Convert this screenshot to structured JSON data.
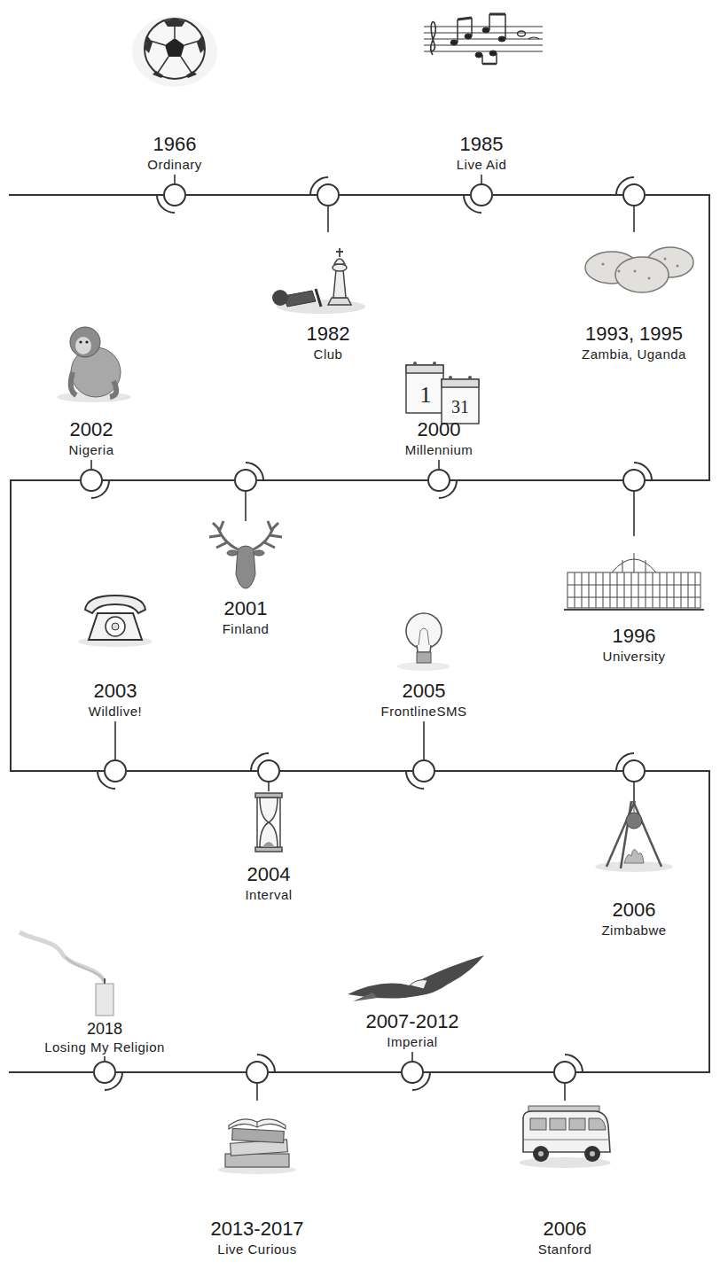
{
  "diagram": {
    "nodes": [
      {
        "text": [
          "1966",
          "Ordinary"
        ]
      },
      {
        "text": [
          "1982",
          "Club"
        ]
      },
      {
        "text": [
          "1985",
          "Live Aid"
        ]
      },
      {
        "text": [
          "1993, 1995",
          "Zambia, Uganda"
        ]
      },
      {
        "text": [
          "1996",
          "University"
        ]
      },
      {
        "text": [
          "2000",
          "Millennium"
        ]
      },
      {
        "text": [
          "2001",
          "Finland"
        ]
      },
      {
        "text": [
          "2002",
          "Nigeria"
        ]
      },
      {
        "text": [
          "2003",
          "Wildlive!"
        ]
      },
      {
        "text": [
          "2004",
          "Interval"
        ]
      },
      {
        "text": [
          "2005",
          "FrontlineSMS"
        ]
      },
      {
        "text": [
          "2006",
          "Zimbabwe"
        ]
      },
      {
        "text": [
          "2006",
          "Stanford"
        ]
      },
      {
        "text": [
          "2007-2012",
          "Imperial"
        ]
      },
      {
        "text": [
          "2013-2017",
          "Live Curious"
        ]
      },
      {
        "text": [
          "2018",
          "Losing My Religion"
        ]
      }
    ],
    "edges": [
      {
        "from": 0,
        "to": 1,
        "arrow": "none"
      },
      {
        "from": 1,
        "to": 2,
        "arrow": "none"
      },
      {
        "from": 2,
        "to": 3,
        "arrow": "none"
      },
      {
        "from": 3,
        "to": 4,
        "arrow": "none"
      },
      {
        "from": 4,
        "to": 5,
        "arrow": "none"
      },
      {
        "from": 5,
        "to": 6,
        "arrow": "none"
      },
      {
        "from": 6,
        "to": 7,
        "arrow": "none"
      },
      {
        "from": 7,
        "to": 8,
        "arrow": "none"
      },
      {
        "from": 8,
        "to": 9,
        "arrow": "none"
      },
      {
        "from": 9,
        "to": 10,
        "arrow": "none"
      },
      {
        "from": 10,
        "to": 11,
        "arrow": "none"
      },
      {
        "from": 11,
        "to": 12,
        "arrow": "none"
      },
      {
        "from": 12,
        "to": 13,
        "arrow": "none"
      },
      {
        "from": 13,
        "to": 14,
        "arrow": "none"
      },
      {
        "from": 14,
        "to": 15,
        "arrow": "none"
      }
    ],
    "labels": [
      "1",
      "31"
    ]
  }
}
